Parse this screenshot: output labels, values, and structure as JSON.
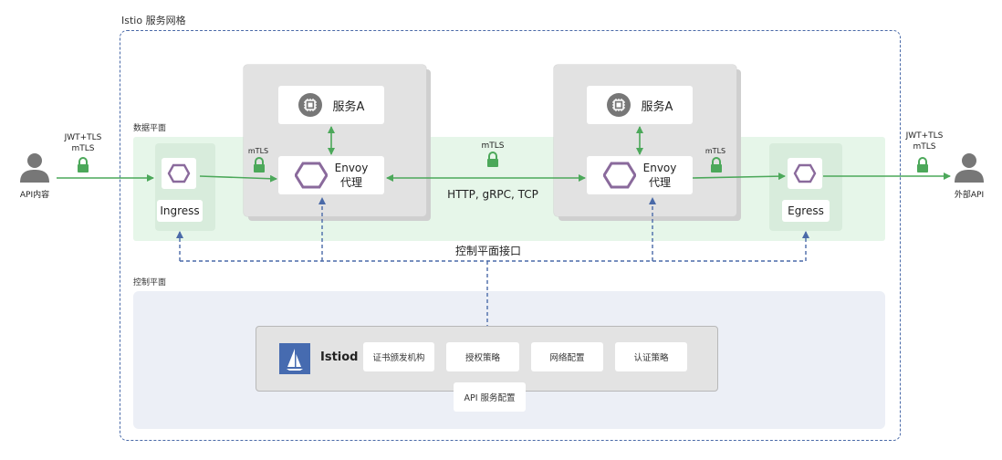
{
  "mesh": {
    "title": "Istio 服务网格"
  },
  "data_plane": {
    "label": "数据平面"
  },
  "control_plane": {
    "label": "控制平面",
    "interface_label": "控制平面接口"
  },
  "left_client": {
    "label": "API内容",
    "auth_top": "JWT+TLS",
    "auth_bottom": "mTLS"
  },
  "right_client": {
    "label": "外部API",
    "auth_top": "JWT+TLS",
    "auth_bottom": "mTLS"
  },
  "ingress": {
    "label": "Ingress"
  },
  "egress": {
    "label": "Egress"
  },
  "pod_left": {
    "service": "服务A",
    "proxy_line1": "Envoy",
    "proxy_line2": "代理"
  },
  "pod_right": {
    "service": "服务A",
    "proxy_line1": "Envoy",
    "proxy_line2": "代理"
  },
  "links": {
    "ingress_mtls": "mTLS",
    "egress_mtls": "mTLS",
    "proxy_mtls": "mTLS",
    "protocols": "HTTP, gRPC, TCP"
  },
  "istiod": {
    "name": "Istiod",
    "capabilities": [
      "证书颁发机构",
      "授权策略",
      "网络配置",
      "认证策略"
    ],
    "api_config": "API 服务配置"
  },
  "colors": {
    "green": "#4ca85a",
    "blue": "#4a6aa8",
    "hex": "#8a6a9c",
    "istio_blue": "#466bb0"
  }
}
